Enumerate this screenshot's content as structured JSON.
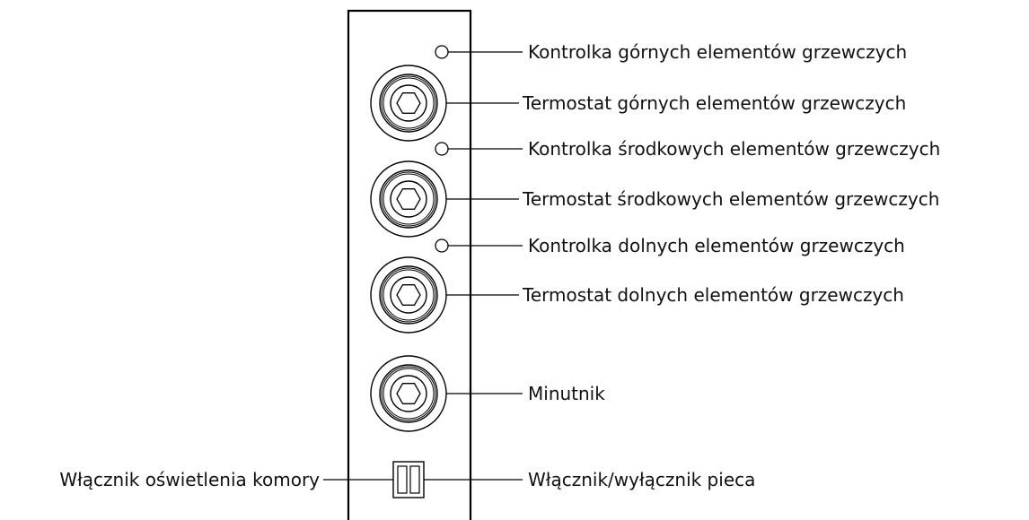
{
  "diagram": {
    "labels": {
      "upper_light": "Kontrolka górnych elementów grzewczych",
      "upper_thermostat": "Termostat górnych elementów grzewczych",
      "middle_light": "Kontrolka środkowych elementów grzewczych",
      "middle_thermostat": "Termostat środkowych elementów grzewczych",
      "lower_light": "Kontrolka dolnych elementów grzewczych",
      "lower_thermostat": "Termostat dolnych elementów grzewczych",
      "timer": "Minutnik",
      "chamber_light_switch": "Włącznik oświetlenia komory",
      "oven_power_switch": "Włącznik/wyłącznik pieca"
    },
    "colors": {
      "stroke": "#000000",
      "text": "#111111",
      "background": "#ffffff"
    }
  }
}
